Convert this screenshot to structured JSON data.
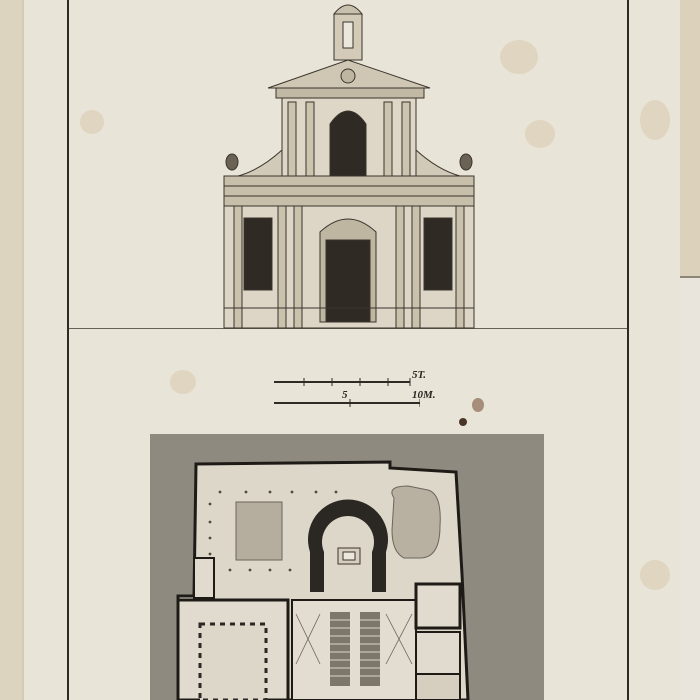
{
  "document": {
    "type": "architectural engraving plate",
    "subject": "Church facade elevation and ground plan"
  },
  "elevation": {
    "label": "facade-elevation"
  },
  "scale": {
    "toise_bar": {
      "tick_label": "5",
      "unit": "T."
    },
    "metre_bar": {
      "mid_label": "5",
      "end_label": "10",
      "unit": "M."
    }
  },
  "plan": {
    "label": "ground-plan"
  },
  "colors": {
    "paper": "#e9e4d8",
    "ink": "#2e2a24",
    "wash": "#8f8a80"
  }
}
